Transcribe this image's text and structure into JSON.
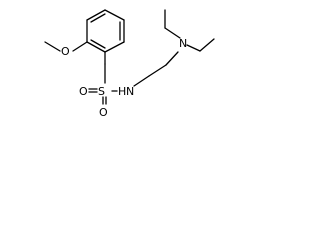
{
  "structure": {
    "atoms": {
      "methoxy_o": "O",
      "sulfonyl_o1": "O",
      "sulfonyl_o2": "O",
      "sulfur": "S",
      "amide_n": "N",
      "amine_n": "N",
      "amide_h": "H"
    }
  }
}
